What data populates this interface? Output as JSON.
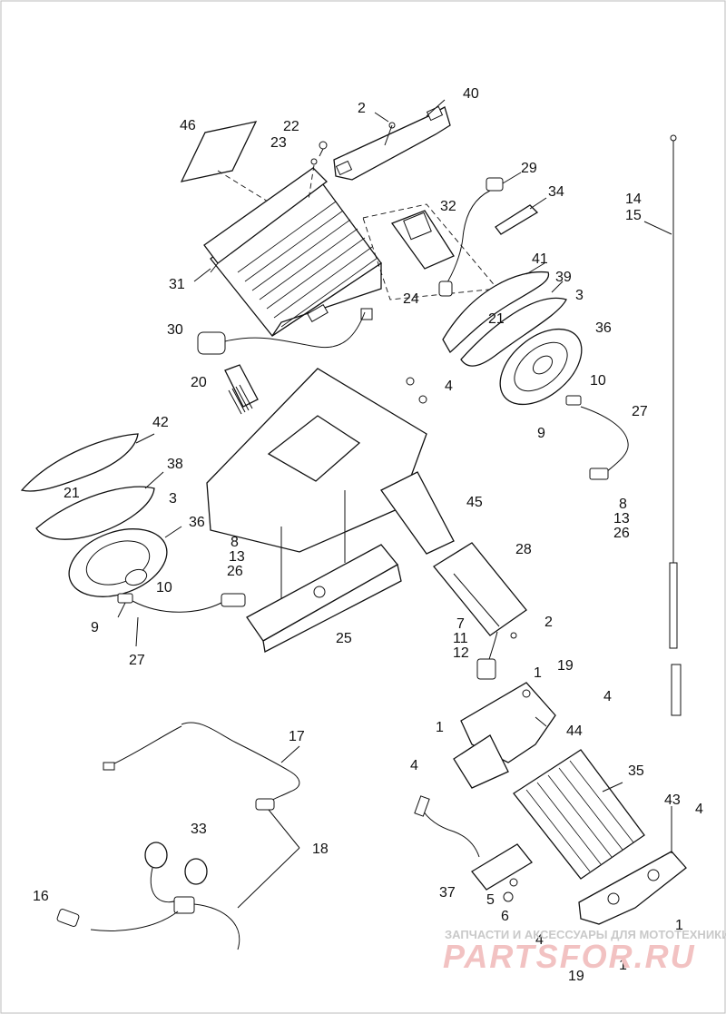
{
  "diagram": {
    "callouts": [
      {
        "id": "c-46",
        "text": "46"
      },
      {
        "id": "c-22",
        "text": "22"
      },
      {
        "id": "c-23",
        "text": "23"
      },
      {
        "id": "c-2a",
        "text": "2"
      },
      {
        "id": "c-40",
        "text": "40"
      },
      {
        "id": "c-29",
        "text": "29"
      },
      {
        "id": "c-32",
        "text": "32"
      },
      {
        "id": "c-34",
        "text": "34"
      },
      {
        "id": "c-14",
        "text": "14"
      },
      {
        "id": "c-15",
        "text": "15"
      },
      {
        "id": "c-31",
        "text": "31"
      },
      {
        "id": "c-24",
        "text": "24"
      },
      {
        "id": "c-41",
        "text": "41"
      },
      {
        "id": "c-39",
        "text": "39"
      },
      {
        "id": "c-3a",
        "text": "3"
      },
      {
        "id": "c-21a",
        "text": "21"
      },
      {
        "id": "c-30",
        "text": "30"
      },
      {
        "id": "c-36a",
        "text": "36"
      },
      {
        "id": "c-20",
        "text": "20"
      },
      {
        "id": "c-4a",
        "text": "4"
      },
      {
        "id": "c-10a",
        "text": "10"
      },
      {
        "id": "c-27a",
        "text": "27"
      },
      {
        "id": "c-9a",
        "text": "9"
      },
      {
        "id": "c-42",
        "text": "42"
      },
      {
        "id": "c-38",
        "text": "38"
      },
      {
        "id": "c-21b",
        "text": "21"
      },
      {
        "id": "c-8a",
        "text": "8"
      },
      {
        "id": "c-13a",
        "text": "13"
      },
      {
        "id": "c-26a",
        "text": "26"
      },
      {
        "id": "c-3b",
        "text": "3"
      },
      {
        "id": "c-45",
        "text": "45"
      },
      {
        "id": "c-36b",
        "text": "36"
      },
      {
        "id": "c-8b",
        "text": "8"
      },
      {
        "id": "c-13b",
        "text": "13"
      },
      {
        "id": "c-26b",
        "text": "26"
      },
      {
        "id": "c-28",
        "text": "28"
      },
      {
        "id": "c-10b",
        "text": "10"
      },
      {
        "id": "c-9b",
        "text": "9"
      },
      {
        "id": "c-27b",
        "text": "27"
      },
      {
        "id": "c-25",
        "text": "25"
      },
      {
        "id": "c-7",
        "text": "7"
      },
      {
        "id": "c-11",
        "text": "11"
      },
      {
        "id": "c-12",
        "text": "12"
      },
      {
        "id": "c-2b",
        "text": "2"
      },
      {
        "id": "c-1a",
        "text": "1"
      },
      {
        "id": "c-19a",
        "text": "19"
      },
      {
        "id": "c-4b",
        "text": "4"
      },
      {
        "id": "c-1b",
        "text": "1"
      },
      {
        "id": "c-44",
        "text": "44"
      },
      {
        "id": "c-17",
        "text": "17"
      },
      {
        "id": "c-4c",
        "text": "4"
      },
      {
        "id": "c-35",
        "text": "35"
      },
      {
        "id": "c-43",
        "text": "43"
      },
      {
        "id": "c-4d",
        "text": "4"
      },
      {
        "id": "c-33",
        "text": "33"
      },
      {
        "id": "c-18",
        "text": "18"
      },
      {
        "id": "c-37",
        "text": "37"
      },
      {
        "id": "c-16",
        "text": "16"
      },
      {
        "id": "c-5",
        "text": "5"
      },
      {
        "id": "c-6",
        "text": "6"
      },
      {
        "id": "c-1c",
        "text": "1"
      },
      {
        "id": "c-4e",
        "text": "4"
      },
      {
        "id": "c-1d",
        "text": "1"
      },
      {
        "id": "c-19b",
        "text": "19"
      }
    ]
  },
  "watermark": {
    "caption": "ЗАПЧАСТИ И АКСЕССУАРЫ ДЛЯ МОТОТЕХНИКИ",
    "brand": "PARTSFOR.RU",
    "color": "#e8a0a0"
  }
}
